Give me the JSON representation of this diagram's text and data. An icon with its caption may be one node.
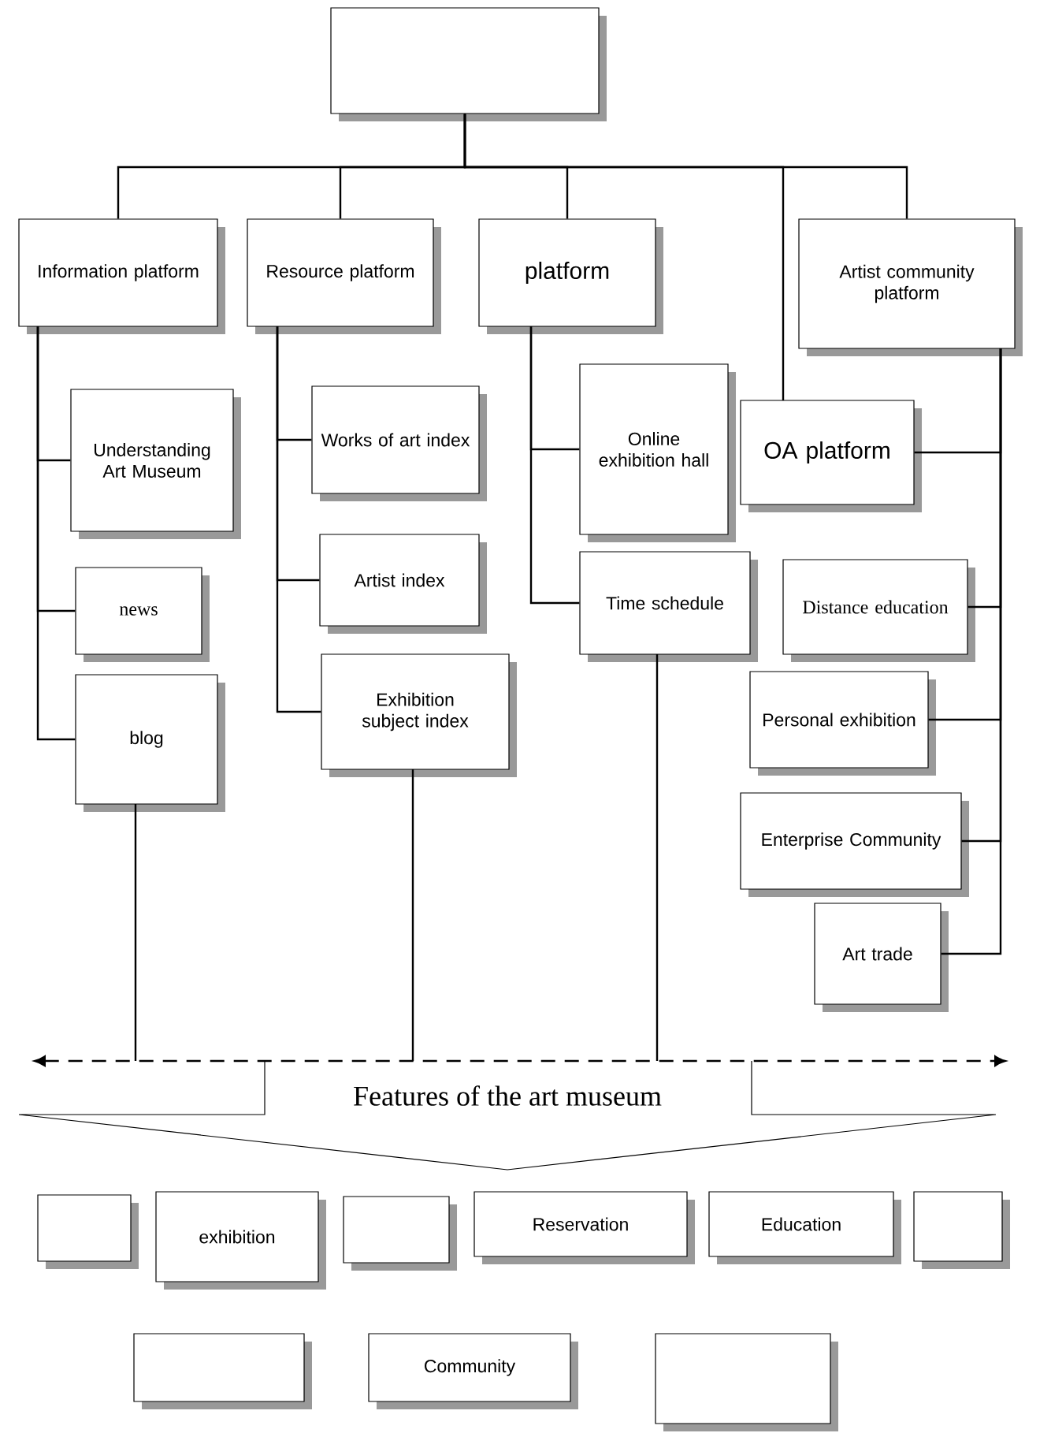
{
  "diagram": {
    "nodes": [
      {
        "text": [],
        "shape": "box"
      },
      {
        "text": [
          "Information platform"
        ]
      },
      {
        "text": [
          "Resource platform"
        ]
      },
      {
        "text": [
          "platform"
        ]
      },
      {
        "text": [
          "Artist community platform"
        ]
      },
      {
        "text": [
          "Understanding Art Museum"
        ]
      },
      {
        "text": [
          "news"
        ]
      },
      {
        "text": [
          "blog"
        ]
      },
      {
        "text": [
          "Works of art index"
        ]
      },
      {
        "text": [
          "Artist index"
        ]
      },
      {
        "text": [
          "Exhibition subject index"
        ]
      },
      {
        "text": [
          "Online exhibition hall"
        ]
      },
      {
        "text": [
          "Time schedule"
        ]
      },
      {
        "text": [
          "OA platform"
        ]
      },
      {
        "text": [
          "Distance education"
        ]
      },
      {
        "text": [
          "Personal exhibition"
        ]
      },
      {
        "text": [
          "Enterprise Community"
        ]
      },
      {
        "text": [
          "Art trade"
        ]
      },
      {
        "text": [
          "Features of the art museum"
        ]
      },
      {
        "text": [],
        "shape": "box"
      },
      {
        "text": [
          "exhibition"
        ]
      },
      {
        "text": [],
        "shape": "box"
      },
      {
        "text": [
          "Reservation"
        ]
      },
      {
        "text": [
          "Education"
        ]
      },
      {
        "text": [],
        "shape": "box"
      },
      {
        "text": [],
        "shape": "box"
      },
      {
        "text": [
          "Community"
        ]
      },
      {
        "text": [],
        "shape": "box"
      }
    ],
    "edges": [
      {
        "from": 0,
        "to": 1,
        "arrow": "none"
      },
      {
        "from": 0,
        "to": 2,
        "arrow": "none"
      },
      {
        "from": 0,
        "to": 3,
        "arrow": "none"
      },
      {
        "from": 0,
        "to": 13,
        "arrow": "none"
      },
      {
        "from": 0,
        "to": 4,
        "arrow": "none"
      },
      {
        "from": 1,
        "to": 5,
        "arrow": "none"
      },
      {
        "from": 1,
        "to": 6,
        "arrow": "none"
      },
      {
        "from": 1,
        "to": 7,
        "arrow": "none"
      },
      {
        "from": 2,
        "to": 8,
        "arrow": "none"
      },
      {
        "from": 2,
        "to": 9,
        "arrow": "none"
      },
      {
        "from": 2,
        "to": 10,
        "arrow": "none"
      },
      {
        "from": 3,
        "to": 11,
        "arrow": "none"
      },
      {
        "from": 3,
        "to": 12,
        "arrow": "none"
      },
      {
        "from": 4,
        "to": 13,
        "arrow": "none"
      },
      {
        "from": 4,
        "to": 14,
        "arrow": "none"
      },
      {
        "from": 4,
        "to": 15,
        "arrow": "none"
      },
      {
        "from": 4,
        "to": 16,
        "arrow": "none"
      },
      {
        "from": 4,
        "to": 17,
        "arrow": "none"
      },
      {
        "from": 7,
        "to": 18,
        "arrow": "none"
      },
      {
        "from": 10,
        "to": 18,
        "arrow": "none"
      },
      {
        "from": 12,
        "to": 18,
        "arrow": "none"
      }
    ]
  }
}
